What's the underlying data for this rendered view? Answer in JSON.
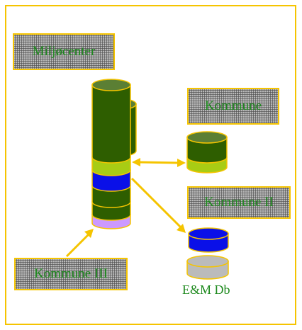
{
  "labels": {
    "miljocenter": "Miljøcenter",
    "kommune": "Kommune",
    "kommune_ii": "Kommune II",
    "kommune_iii": "Kommune III",
    "db": "E&M Db"
  },
  "colors": {
    "frame": "#f5c400",
    "connector": "#ffffff",
    "arrow": "#f5c400",
    "dark_green": "#2e5e00",
    "cap_green": "#5b7f34",
    "light_green": "#a8cc14",
    "blue": "#0a10e8",
    "lavender": "#cc99ff",
    "grey": "#bbbbbb",
    "text_green": "#1e8a1e"
  }
}
